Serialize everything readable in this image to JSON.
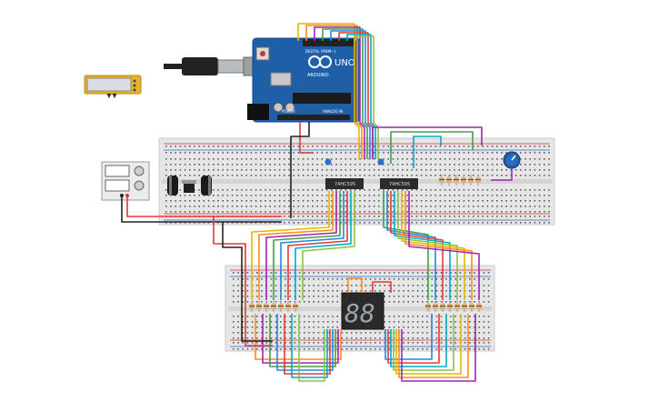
{
  "arduino": {
    "logo_text": "UNO",
    "brand_text": "ARDUINO",
    "pin_header_label": "DIGITAL (PWM~)",
    "power_label": "POWER",
    "analog_label": "ANALOG IN"
  },
  "chips": {
    "left_label": "74HC595",
    "right_label": "74HC595"
  },
  "display": {
    "digits": "88"
  },
  "colors": {
    "arduino_blue": "#1f5fa8",
    "breadboard": "#e6e6e6",
    "rail_red": "#d33",
    "rail_blue": "#2b6cd6",
    "lcd_yellow": "#e7b32a"
  }
}
